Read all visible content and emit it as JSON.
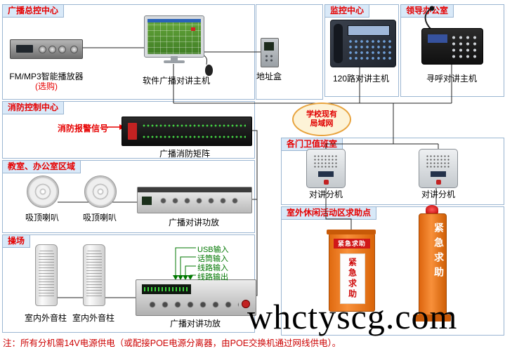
{
  "sections": {
    "broadcast": "广播总控中心",
    "monitor": "监控中心",
    "leader": "领导办公室",
    "fire": "消防控制中心",
    "classroom": "教室、办公室区域",
    "guard": "各门卫值班室",
    "playground": "操场",
    "outdoor": "室外休闲活动区求助点"
  },
  "labels": {
    "fm_player": "FM/MP3智能播放器",
    "fm_optional": "(选购)",
    "software_host": "软件广播对讲主机",
    "address_box": "地址盒",
    "intercom_120": "120路对讲主机",
    "paging_host": "寻呼对讲主机",
    "fire_signal": "消防报警信号",
    "fire_matrix": "广播消防矩阵",
    "ceiling_speaker": "吸顶喇叭",
    "intercom_amp": "广播对讲功放",
    "column_speaker": "室内外音柱",
    "extension": "对讲分机",
    "emergency": "紧急求助"
  },
  "lan": {
    "line1": "学校现有",
    "line2": "局域网"
  },
  "io": [
    "USB输入",
    "话筒输入",
    "线路输入",
    "线路输出"
  ],
  "note": "注：所有分机需14V电源供电（或配接POE电源分离器，由POE交换机通过网线供电）。",
  "watermark": "whctyscg.com",
  "colors": {
    "accent_red": "#e60000",
    "section_border": "#9bb6d2",
    "tab_bg": "#d9e9f8",
    "lan_fill": "#fdf3d7",
    "lan_border": "#e8a33d",
    "io_green": "#007700",
    "post_orange": "#f07818"
  }
}
